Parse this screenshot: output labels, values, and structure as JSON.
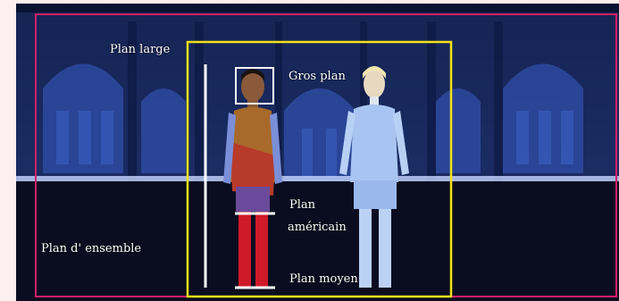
{
  "labels": {
    "plan_large": "Plan large",
    "gros_plan": "Gros plan",
    "plan_americain_line1": "Plan",
    "plan_americain_line2": "américain",
    "plan_ensemble": "Plan d' ensemble",
    "plan_moyen": "Plan moyen"
  },
  "colors": {
    "plan_ensemble_frame": "#d1206a",
    "plan_large_frame": "#f2e21a",
    "gros_plan_frame": "#ffffff",
    "scale_bar": "#ffffff"
  },
  "characters": [
    {
      "name": "dark-haired-man",
      "outfit": "red-gold"
    },
    {
      "name": "blond-man",
      "outfit": "pale-blue"
    }
  ]
}
